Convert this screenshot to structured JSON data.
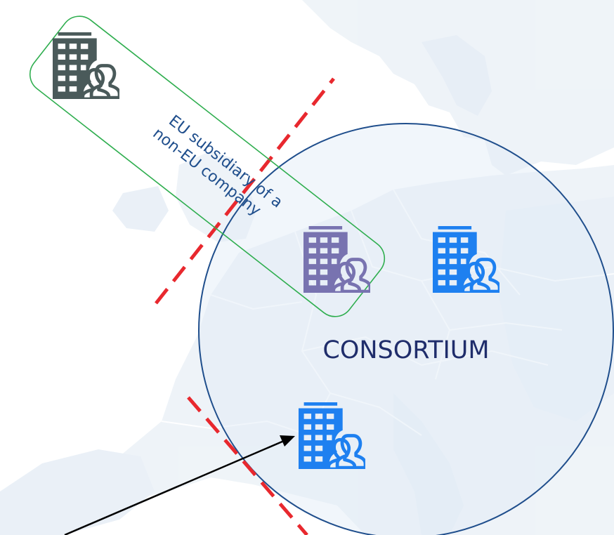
{
  "colors": {
    "background": "#ffffff",
    "map_land": "#eef3f8",
    "map_land_dark": "#e3ecf4",
    "map_border": "#ffffff",
    "consortium_circle_fill": "rgba(225,236,246,0.45)",
    "consortium_circle_stroke": "#1f4e8c",
    "subsidiary_box_stroke": "#2fae4f",
    "subsidiary_text": "#1f4e8c",
    "consortium_text": "#1f2d6b",
    "boundary_line": "#e8282e",
    "arrow": "#000000",
    "building_non_eu": "#4a5a5a",
    "building_subsidiary": "#7873b0",
    "building_member": "#1e80f0"
  },
  "subsidiary": {
    "label_line1": "EU subsidiary of a",
    "label_line2": "non-EU company"
  },
  "consortium": {
    "label": "CONSORTIUM"
  },
  "icons": {
    "non_eu_company": "building-with-people-icon",
    "eu_subsidiary": "building-with-people-icon",
    "member_north": "building-with-people-icon",
    "member_south": "building-with-people-icon"
  }
}
